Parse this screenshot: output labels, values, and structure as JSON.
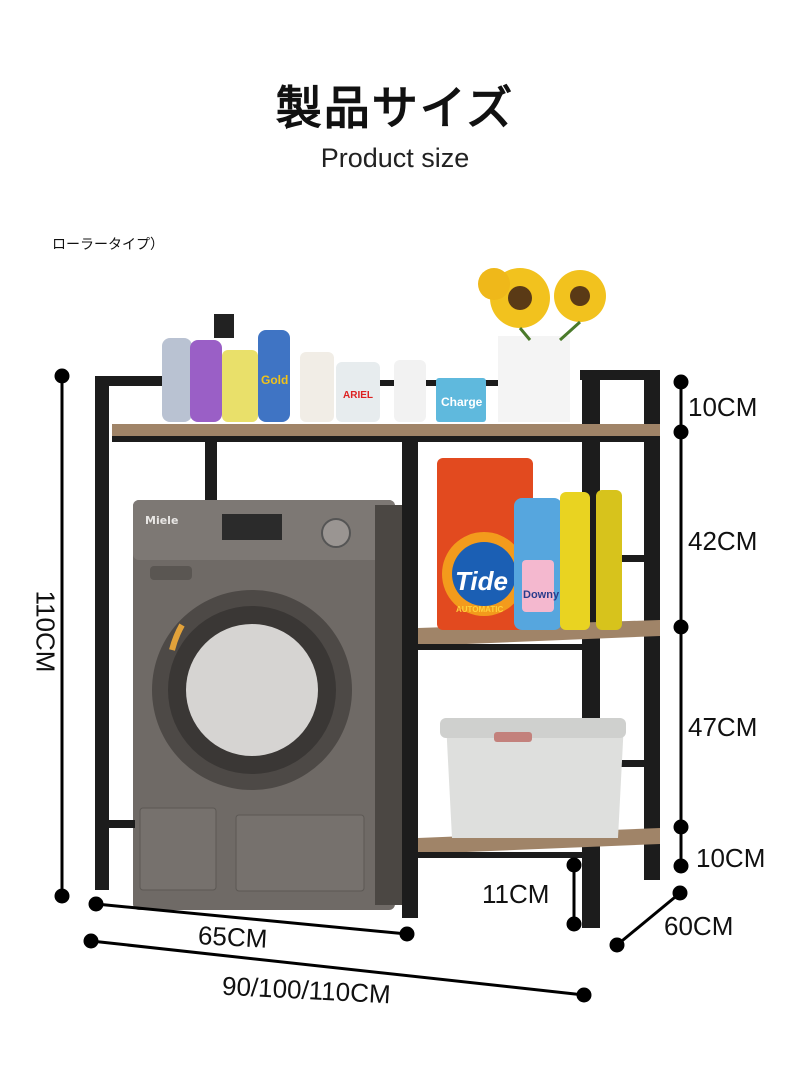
{
  "header": {
    "title_jp": "製品サイズ",
    "title_en": "Product size"
  },
  "note": "ローラータイプ）",
  "labels": {
    "machine_brand": "Miele",
    "detergent_tide": "Tide",
    "tide_sub": "AUTOMATIC",
    "softener": "Downy",
    "bottle_ariel": "ARIEL",
    "bottle_gold": "Gold",
    "box_charge": "Charge"
  },
  "dimensions": {
    "top_gap": "10CM",
    "middle_gap": "42CM",
    "lower_gap": "47CM",
    "bottom_gap": "10CM",
    "foot_height": "11CM",
    "depth": "60CM",
    "height": "110CM",
    "inner_width": "65CM",
    "total_width": "90/100/110CM"
  },
  "colors": {
    "frame": "#1c1c1c",
    "wood": "#a08468",
    "machine": "#6f6a66",
    "dim_line": "#000000"
  }
}
